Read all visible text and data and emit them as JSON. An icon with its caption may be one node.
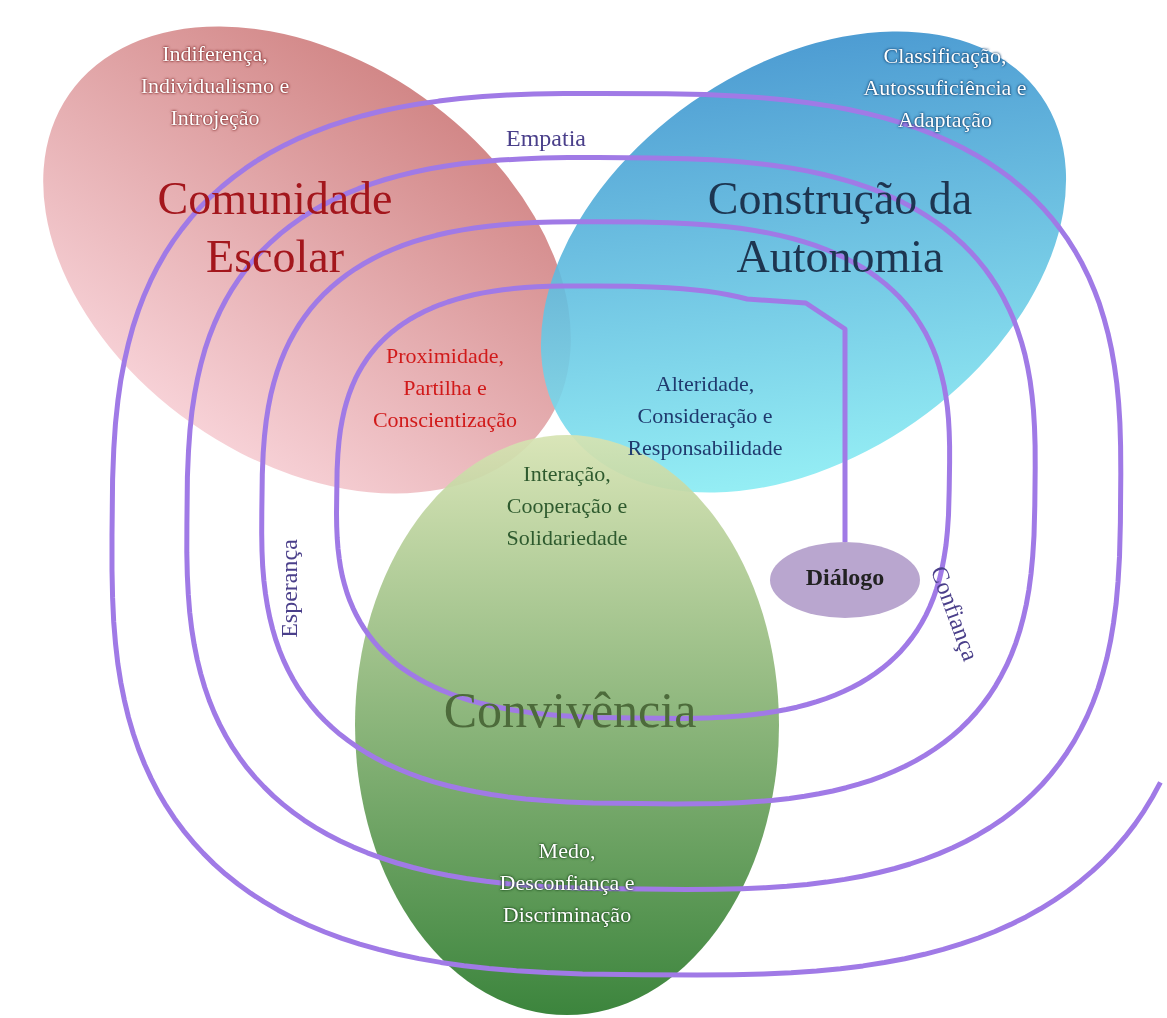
{
  "diagram": {
    "nodes": [
      {
        "text": [
          "Indiferença, Individualismo e Introjeção",
          "Comunidade Escolar",
          "Proximidade, Partilha e Conscientização"
        ]
      },
      {
        "text": [
          "Classificação, Autossuficiência e Adaptação",
          "Construção da Autonomia",
          "Alteridade, Consideração e Responsabilidade"
        ]
      },
      {
        "text": [
          "Interação, Cooperação e Solidariedade",
          "Convivência",
          "Medo, Desconfiança e Discriminação"
        ]
      },
      {
        "text": [
          "Diálogo"
        ]
      }
    ],
    "edges": [
      {
        "from": null,
        "to": 3,
        "arrow": "none"
      }
    ],
    "labels": [
      "Empatia",
      "Esperança",
      "Confiança"
    ]
  }
}
